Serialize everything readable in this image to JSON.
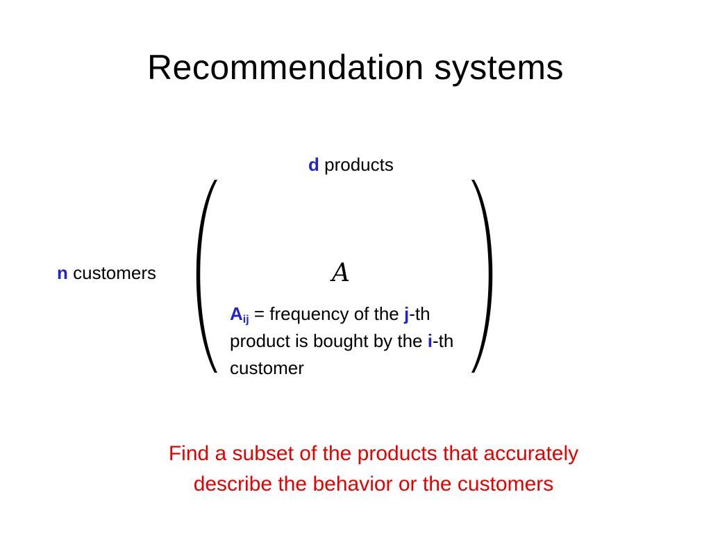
{
  "slide": {
    "title": "Recommendation systems",
    "columns_label": {
      "symbol": "d",
      "text": " products"
    },
    "rows_label": {
      "symbol": "n",
      "text": " customers"
    },
    "matrix": {
      "symbol": "A"
    },
    "definition": {
      "entry_main": "A",
      "entry_sub": "ij",
      "part1": " = frequency of the ",
      "j": "j",
      "part2": "-th  product is bought by the ",
      "i": "i",
      "part3": "-th customer"
    },
    "task": {
      "line1": "Find  a subset of the products that accurately",
      "line2": "describe the behavior or the customers"
    }
  },
  "colors": {
    "accent": "#2323c8",
    "task": "#e60000",
    "text": "#000000"
  }
}
